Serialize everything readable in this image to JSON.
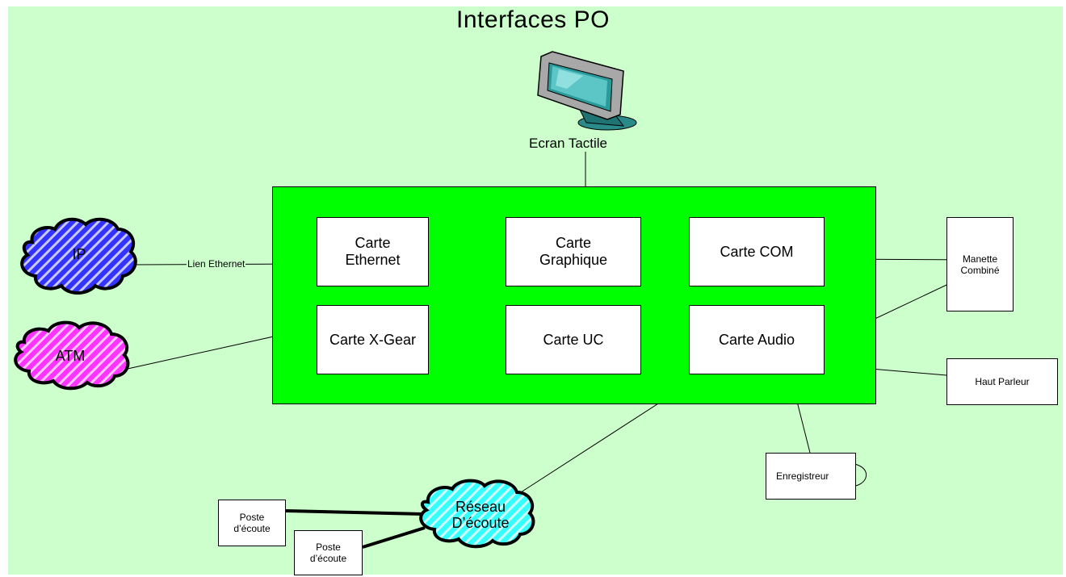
{
  "title": "Interfaces PO",
  "screen": {
    "label": "Ecran Tactile"
  },
  "cards": {
    "ethernet": "Carte\nEthernet",
    "graphique": "Carte\nGraphique",
    "com": "Carte COM",
    "xgear": "Carte X-Gear",
    "uc": "Carte UC",
    "audio": "Carte Audio"
  },
  "peripherals": {
    "manette": "Manette\nCombiné",
    "haut_parleur": "Haut Parleur",
    "enregistreur": "Enregistreur",
    "poste1": "Poste\nd’écoute",
    "poste2": "Poste\nd’écoute"
  },
  "clouds": {
    "ip": "IP",
    "atm": "ATM",
    "reseau": "Réseau\nD’écoute"
  },
  "links": {
    "ethernet": "Lien Ethernet"
  },
  "colors": {
    "background": "#ccffcc",
    "board": "#00ff00",
    "ip_cloud": "#3333ff",
    "atm_cloud": "#ff33ff",
    "reseau_cloud": "#33ffff"
  }
}
